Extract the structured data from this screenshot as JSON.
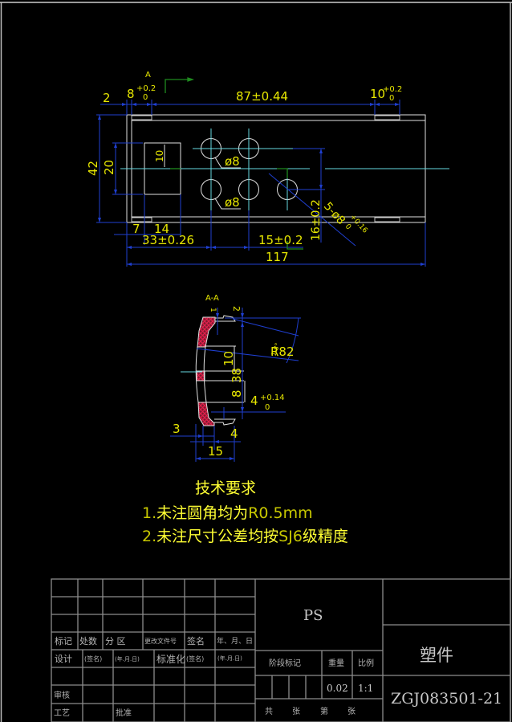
{
  "drawing": {
    "background": "#000000",
    "colors": {
      "outline": "#e0e0e0",
      "dimension_line": "#1f3fd0",
      "dimension_text": "#e6e600",
      "center_line": "#66d9e0",
      "section_hatch": "#e0204a",
      "section_arrow": "#1f8a1f",
      "title_block": "#8c8c8c"
    }
  },
  "plan_view": {
    "section_mark": "A",
    "dimensions": {
      "wall_left": "2",
      "slot_left": "8",
      "slot_left_tol_upper": "+0.2",
      "slot_left_tol_lower": "0",
      "span": "87±0.44",
      "slot_right": "10",
      "slot_right_tol_upper": "+0.2",
      "slot_right_tol_lower": "0",
      "height_total": "42",
      "window_height": "20",
      "window_half": "10",
      "hole_dia_top": "ø8",
      "hole_dia_bottom": "ø8",
      "hole_row_offset": "16±0.2",
      "hole_spec": "5-ø8",
      "hole_spec_tol_upper": "+0.16",
      "hole_spec_tol_lower": "0",
      "window_offset": "7",
      "window_width": "14",
      "first_hole_x": "33±0.26",
      "hole_pitch": "15±0.2",
      "length_total": "117"
    }
  },
  "section_view": {
    "title": "A-A",
    "dimensions": {
      "lip_top_1": "1",
      "lip_top_2": "2",
      "radius": "R82",
      "angle": "1.8°",
      "inner_10": "10",
      "inner_38": "38",
      "inner_8": "8",
      "depth": "4",
      "depth_tol_upper": "+0.14",
      "depth_tol_lower": "0",
      "wall": "3",
      "lip_bottom": "4",
      "overall_depth": "15"
    }
  },
  "tech_notes": {
    "title": "技术要求",
    "lines": [
      {
        "prefix": "1.",
        "text": "未注圆角均为",
        "value": "R0.5mm",
        "suffix": ""
      },
      {
        "prefix": "2.",
        "text": "未注尺寸公差均按",
        "value": "SJ6",
        "suffix": "级精度"
      }
    ]
  },
  "title_block": {
    "revision_headers": [
      "标记",
      "处数",
      "分  区",
      "更改文件号",
      "签名",
      "年、月、日"
    ],
    "design_row": [
      "设计",
      "(签名)",
      "(年.月.日)",
      "标准化",
      "(签名)",
      "(年.月.日)"
    ],
    "review_label": "审核",
    "process_label": "工艺",
    "approve_label": "批准",
    "material": "PS",
    "stage_label": "阶段标记",
    "weight_label": "重量",
    "scale_label": "比例",
    "weight_value": "0.02",
    "scale_value": "1:1",
    "sheets_total_label": "共",
    "sheets_unit_1": "张",
    "sheet_no_label": "第",
    "sheets_unit_2": "张",
    "part_name": "塑件",
    "drawing_number": "ZGJ083501-21"
  }
}
